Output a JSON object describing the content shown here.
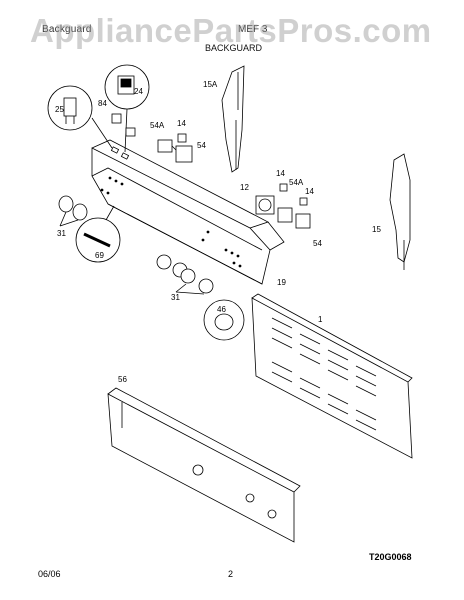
{
  "header": {
    "title": "Backguard",
    "model": "MEF 3",
    "section": "BACKGUARD"
  },
  "watermark": "AppliancePartsPros.com",
  "footer": {
    "date": "06/06",
    "page": "2"
  },
  "diagram_code": "T20G0068",
  "part_labels": {
    "p25": "25",
    "p84": "84",
    "p24": "24",
    "p54a_top": "54A",
    "p14_top": "14",
    "p54_top": "54",
    "p15a": "15A",
    "p12": "12",
    "p14_r1": "14",
    "p54a_r": "54A",
    "p14_r2": "14",
    "p54_r": "54",
    "p15": "15",
    "p31_left": "31",
    "p69": "69",
    "p31_bottom": "31",
    "p19": "19",
    "p46": "46",
    "p1": "1",
    "p56": "56"
  }
}
